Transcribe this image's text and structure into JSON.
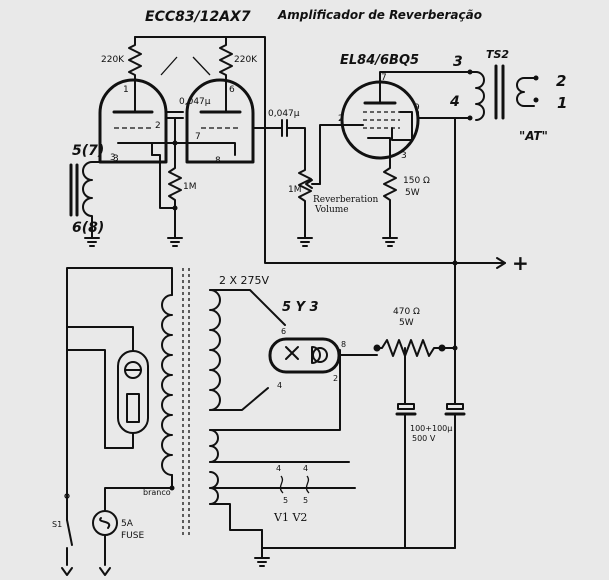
{
  "title": "Amplificador de Reverberação",
  "preamp": {
    "tube": "ECC83/12AX7",
    "r_plate_left": "220K",
    "r_plate_right": "220K",
    "cap_bypass": "0,047µ",
    "r_cathode": "1M",
    "pins": {
      "p1": "1",
      "p2": "2",
      "p3": "3",
      "p6": "6",
      "p7": "7",
      "p8": "8"
    }
  },
  "input": {
    "coil_top": "5(7)",
    "coil_bottom": "6(8)"
  },
  "coupling": {
    "cap": "0,047µ",
    "pot": "1M",
    "pot_label_1": "Reverberation",
    "pot_label_2": "Volume"
  },
  "power_tube": {
    "tube": "EL84/6BQ5",
    "r_cathode_1": "150 Ω",
    "r_cathode_2": "5W",
    "pins": {
      "p2": "2",
      "p3": "3",
      "p7": "7",
      "p9": "9"
    }
  },
  "output": {
    "transformer": "TS2",
    "pri_3": "3",
    "pri_4": "4",
    "sec_2": "2",
    "sec_1": "1",
    "at_label": "\"AT\""
  },
  "supply": {
    "plus": "+",
    "transformer_label": "2 X 275V",
    "rectifier": "5 Y 3",
    "rect_pins": {
      "p2": "2",
      "p4": "4",
      "p6": "6",
      "p8": "8"
    },
    "r_drop_1": "470 Ω",
    "r_drop_2": "5W",
    "caps_1": "100+100µ",
    "caps_2": "500 V",
    "heater_pins": [
      "4",
      "4",
      "5",
      "5"
    ],
    "heater_labels": "V1  V2",
    "wire_note": "branco",
    "switch": "S1",
    "fuse_1": "5A",
    "fuse_2": "FUSE"
  }
}
